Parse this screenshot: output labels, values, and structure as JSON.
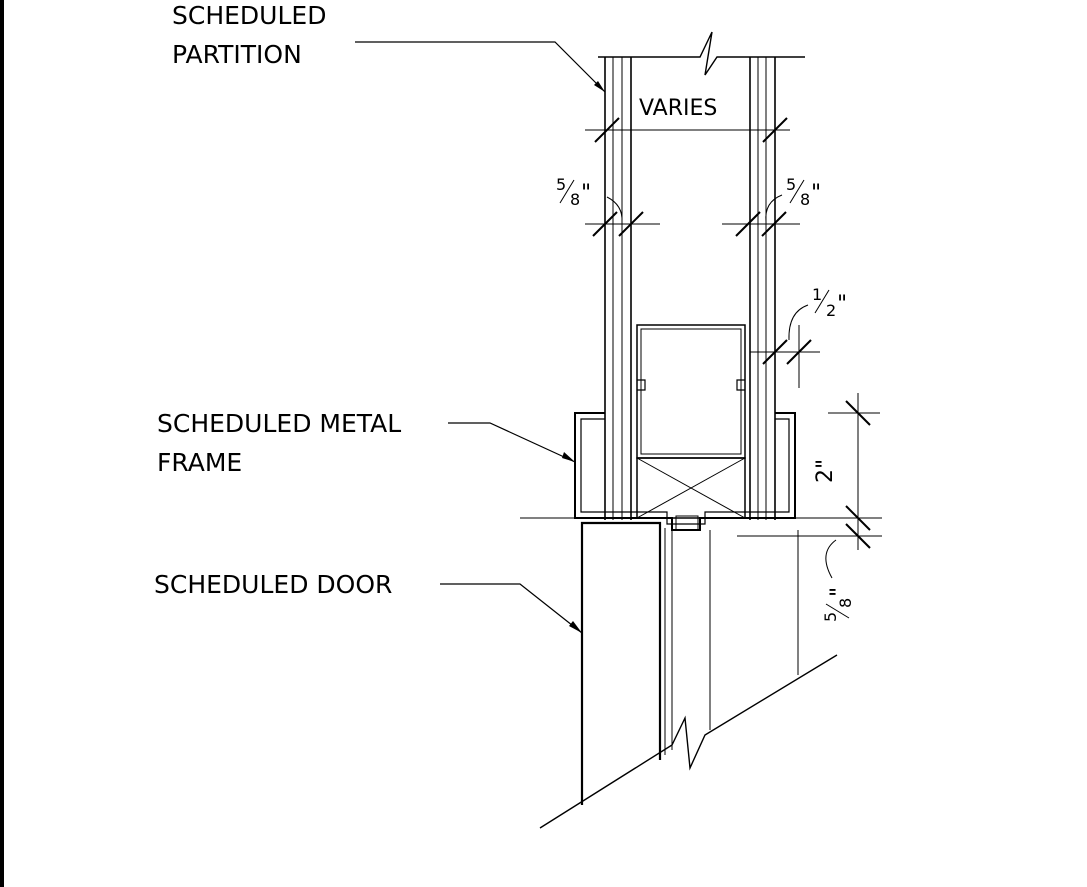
{
  "labels": {
    "partition_line1": "SCHEDULED",
    "partition_line2": "PARTITION",
    "frame_line1": "SCHEDULED METAL",
    "frame_line2": "FRAME",
    "door": "SCHEDULED DOOR"
  },
  "dimensions": {
    "varies": "VARIES",
    "left_gyp": {
      "num": "5",
      "den": "8",
      "unit": "\""
    },
    "right_gyp": {
      "num": "5",
      "den": "8",
      "unit": "\""
    },
    "shim": {
      "num": "1",
      "den": "2",
      "unit": "\""
    },
    "frame_depth": "2\"",
    "reveal": {
      "num": "5",
      "den": "8",
      "unit": "\""
    }
  },
  "colors": {
    "line": "#000000",
    "background": "#ffffff"
  }
}
